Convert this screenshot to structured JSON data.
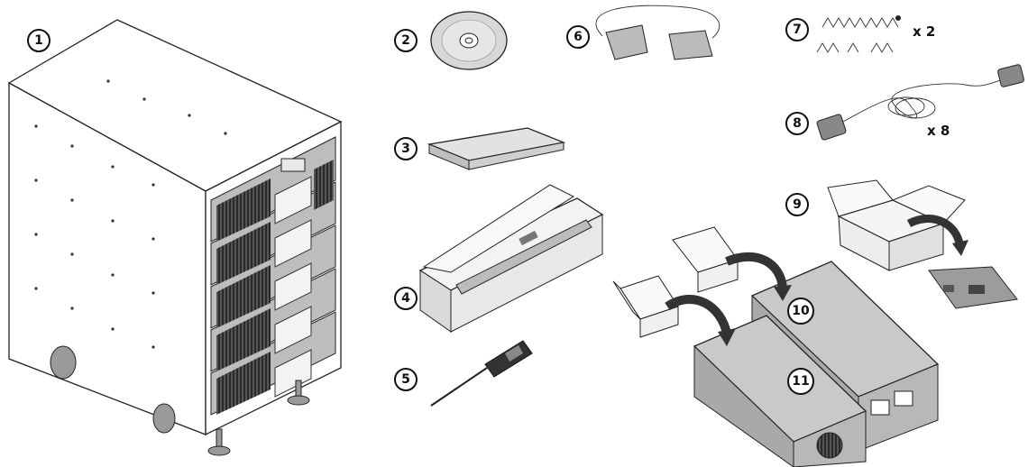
{
  "labels": {
    "n1": "1",
    "n2": "2",
    "n3": "3",
    "n4": "4",
    "n5": "5",
    "n6": "6",
    "n7": "7",
    "n8": "8",
    "n9": "9",
    "n10": "10",
    "n11": "11"
  },
  "quantities": {
    "rails": "x 2",
    "power_cords": "x 8"
  }
}
